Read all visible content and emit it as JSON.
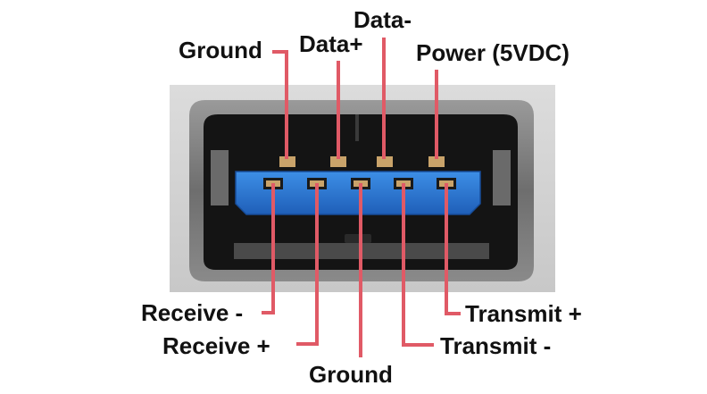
{
  "colors": {
    "leader_line": "#e05a66",
    "port_blue": "#2f7fd6",
    "port_blue_dark": "#1e5fb3",
    "contact_gold": "#c9a36a",
    "plate_gray": "#d2d2d2",
    "port_black": "#141414"
  },
  "labels": {
    "top": {
      "ground": "Ground",
      "data_plus": "Data+",
      "data_minus": "Data-",
      "power": "Power (5VDC)"
    },
    "bottom": {
      "receive_minus": "Receive -",
      "receive_plus": "Receive +",
      "ground": "Ground",
      "transmit_minus": "Transmit -",
      "transmit_plus": "Transmit +"
    }
  }
}
